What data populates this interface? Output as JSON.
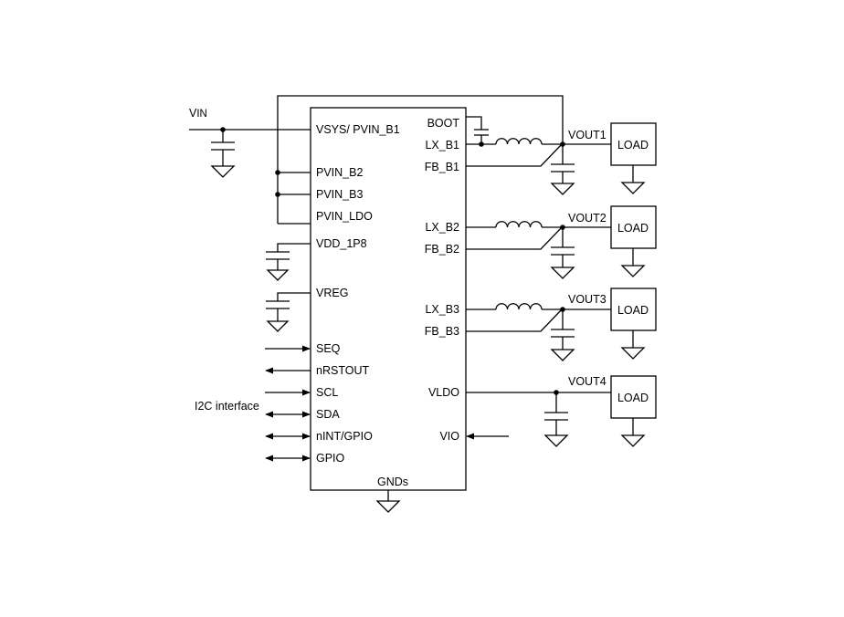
{
  "vin": {
    "main": "V",
    "sub": "IN"
  },
  "ic": {
    "left_pins": [
      "VSYS/ PVIN_B1",
      "PVIN_B2",
      "PVIN_B3",
      "PVIN_LDO",
      "VDD_1P8",
      "VREG",
      "SEQ",
      "nRSTOUT",
      "SCL",
      "SDA",
      "nINT/GPIO",
      "GPIO"
    ],
    "right_pins": [
      "BOOT",
      "LX_B1",
      "FB_B1",
      "LX_B2",
      "FB_B2",
      "LX_B3",
      "FB_B3",
      "VLDO",
      "VIO"
    ],
    "bottom_pin": "GNDs"
  },
  "i2c_label": "I2C interface",
  "outputs": [
    "VOUT1",
    "VOUT2",
    "VOUT3",
    "VOUT4"
  ],
  "load_label": "LOAD"
}
